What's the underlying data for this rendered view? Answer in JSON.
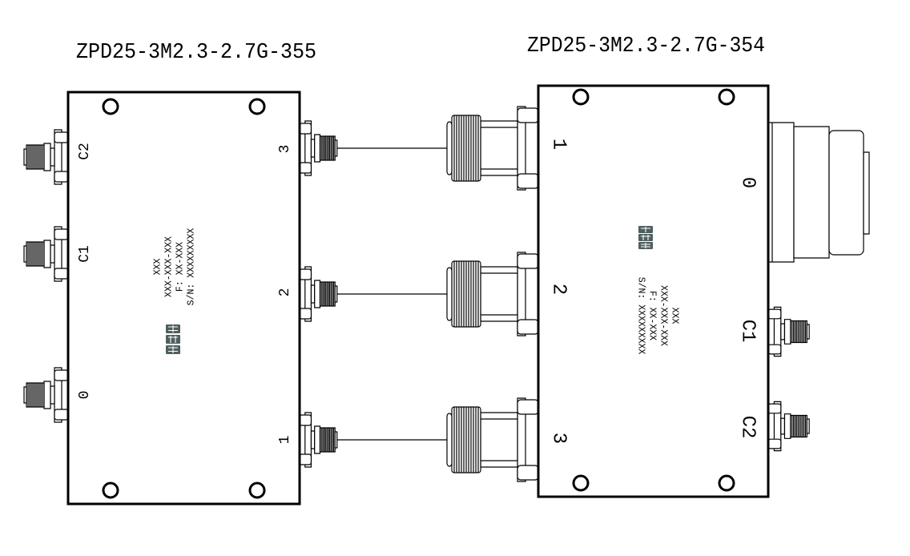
{
  "diagram": {
    "devices": [
      {
        "title": "ZPD25-3M2.3-2.7G-355",
        "ports_left": [
          "C2",
          "C1",
          "0"
        ],
        "ports_right": [
          "3",
          "2",
          "1"
        ],
        "marking": [
          "XXX",
          "XXX-XXX-XXX",
          "F: XX-XXX",
          "S/N: XXXXXXXXX"
        ]
      },
      {
        "title": "ZPD25-3M2.3-2.7G-354",
        "ports_left": [
          "1",
          "2",
          "3"
        ],
        "ports_right": [
          "0",
          "C1",
          "C2"
        ],
        "marking": [
          "XXX",
          "XXX-XXX-XXX",
          "F: XX-XXX",
          "S/N: XXXXXXXXX"
        ]
      }
    ],
    "colors": {
      "line": "#000000",
      "logo": "#4f5f5f",
      "background": "#ffffff"
    }
  }
}
